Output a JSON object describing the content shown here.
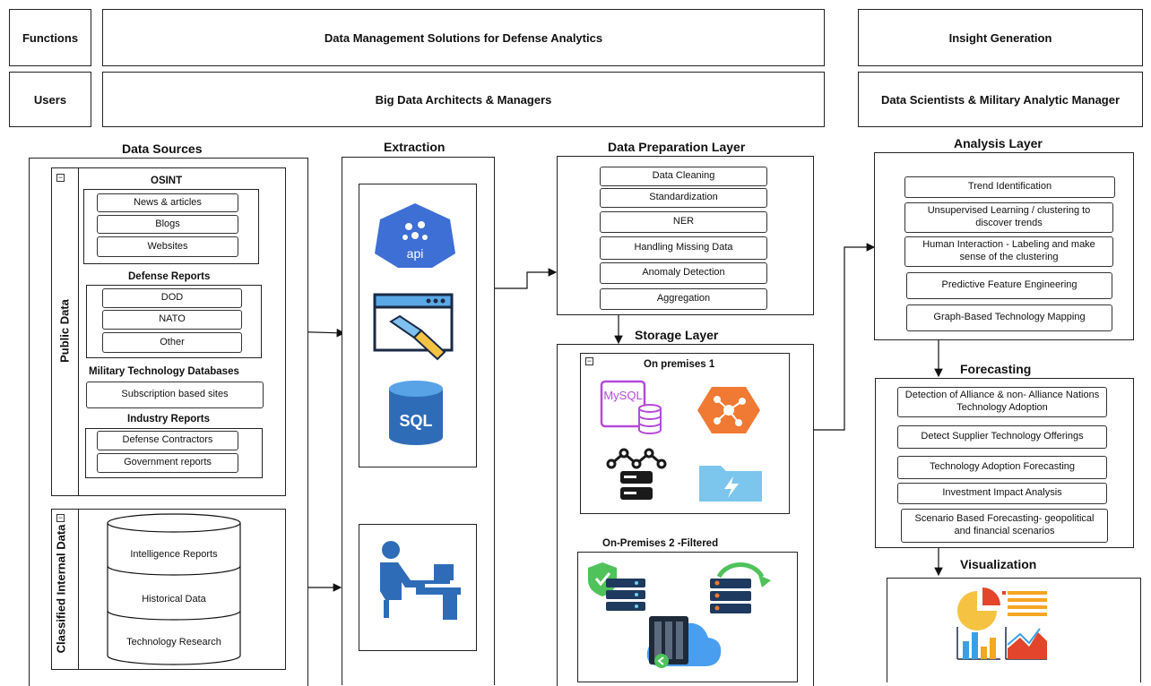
{
  "header": {
    "functions_label": "Functions",
    "functions_main": "Data Management Solutions for Defense Analytics",
    "functions_right": "Insight Generation",
    "users_label": "Users",
    "users_main": "Big Data Architects & Managers",
    "users_right": "Data Scientists & Military Analytic Manager"
  },
  "data_sources": {
    "title": "Data Sources",
    "public_data_label": "Public Data",
    "osint": {
      "title": "OSINT",
      "items": [
        "News & articles",
        "Blogs",
        "Websites"
      ]
    },
    "defense_reports": {
      "title": "Defense Reports",
      "items": [
        "DOD",
        "NATO",
        "Other"
      ]
    },
    "military_db": {
      "title": "Military Technology Databases",
      "items": [
        "Subscription based sites"
      ]
    },
    "industry_reports": {
      "title": "Industry Reports",
      "items": [
        "Defense Contractors",
        "Government reports"
      ]
    },
    "classified_label": "Classified Internal Data",
    "classified_items": [
      "Intelligence Reports",
      "Historical Data",
      "Technology Research"
    ]
  },
  "extraction": {
    "title": "Extraction",
    "icons": [
      "api-icon",
      "web-scraper-icon",
      "sql-database-icon",
      "manual-entry-user-icon"
    ],
    "api_text": "api",
    "sql_text": "SQL"
  },
  "preparation": {
    "title": "Data Preparation Layer",
    "items": [
      "Data Cleaning",
      "Standardization",
      "NER",
      "Handling Missing Data",
      "Anomaly Detection",
      "Aggregation"
    ]
  },
  "storage": {
    "title": "Storage Layer",
    "on_prem_1": "On premises 1",
    "on_prem_2": "On-Premises 2 -Filtered",
    "mysql_text": "MySQL"
  },
  "analysis": {
    "title": "Analysis Layer",
    "items": [
      "Trend Identification",
      "Unsupervised Learning / clustering to discover trends",
      "Human Interaction - Labeling and make sense of the clustering",
      "Predictive Feature Engineering",
      "Graph-Based Technology Mapping"
    ]
  },
  "forecasting": {
    "title": "Forecasting",
    "items": [
      "Detection of Alliance & non- Alliance Nations Technology Adoption",
      "Detect Supplier Technology Offerings",
      "Technology Adoption Forecasting",
      "Investment Impact Analysis",
      "Scenario Based Forecasting- geopolitical and financial scenarios"
    ]
  },
  "visualization": {
    "title": "Visualization"
  },
  "colors": {
    "blue": "#3d6fd4",
    "sqlblue": "#2e6cb8",
    "mysql": "#b44ad6",
    "orange": "#f07a33",
    "dark": "#1a1a1a"
  }
}
